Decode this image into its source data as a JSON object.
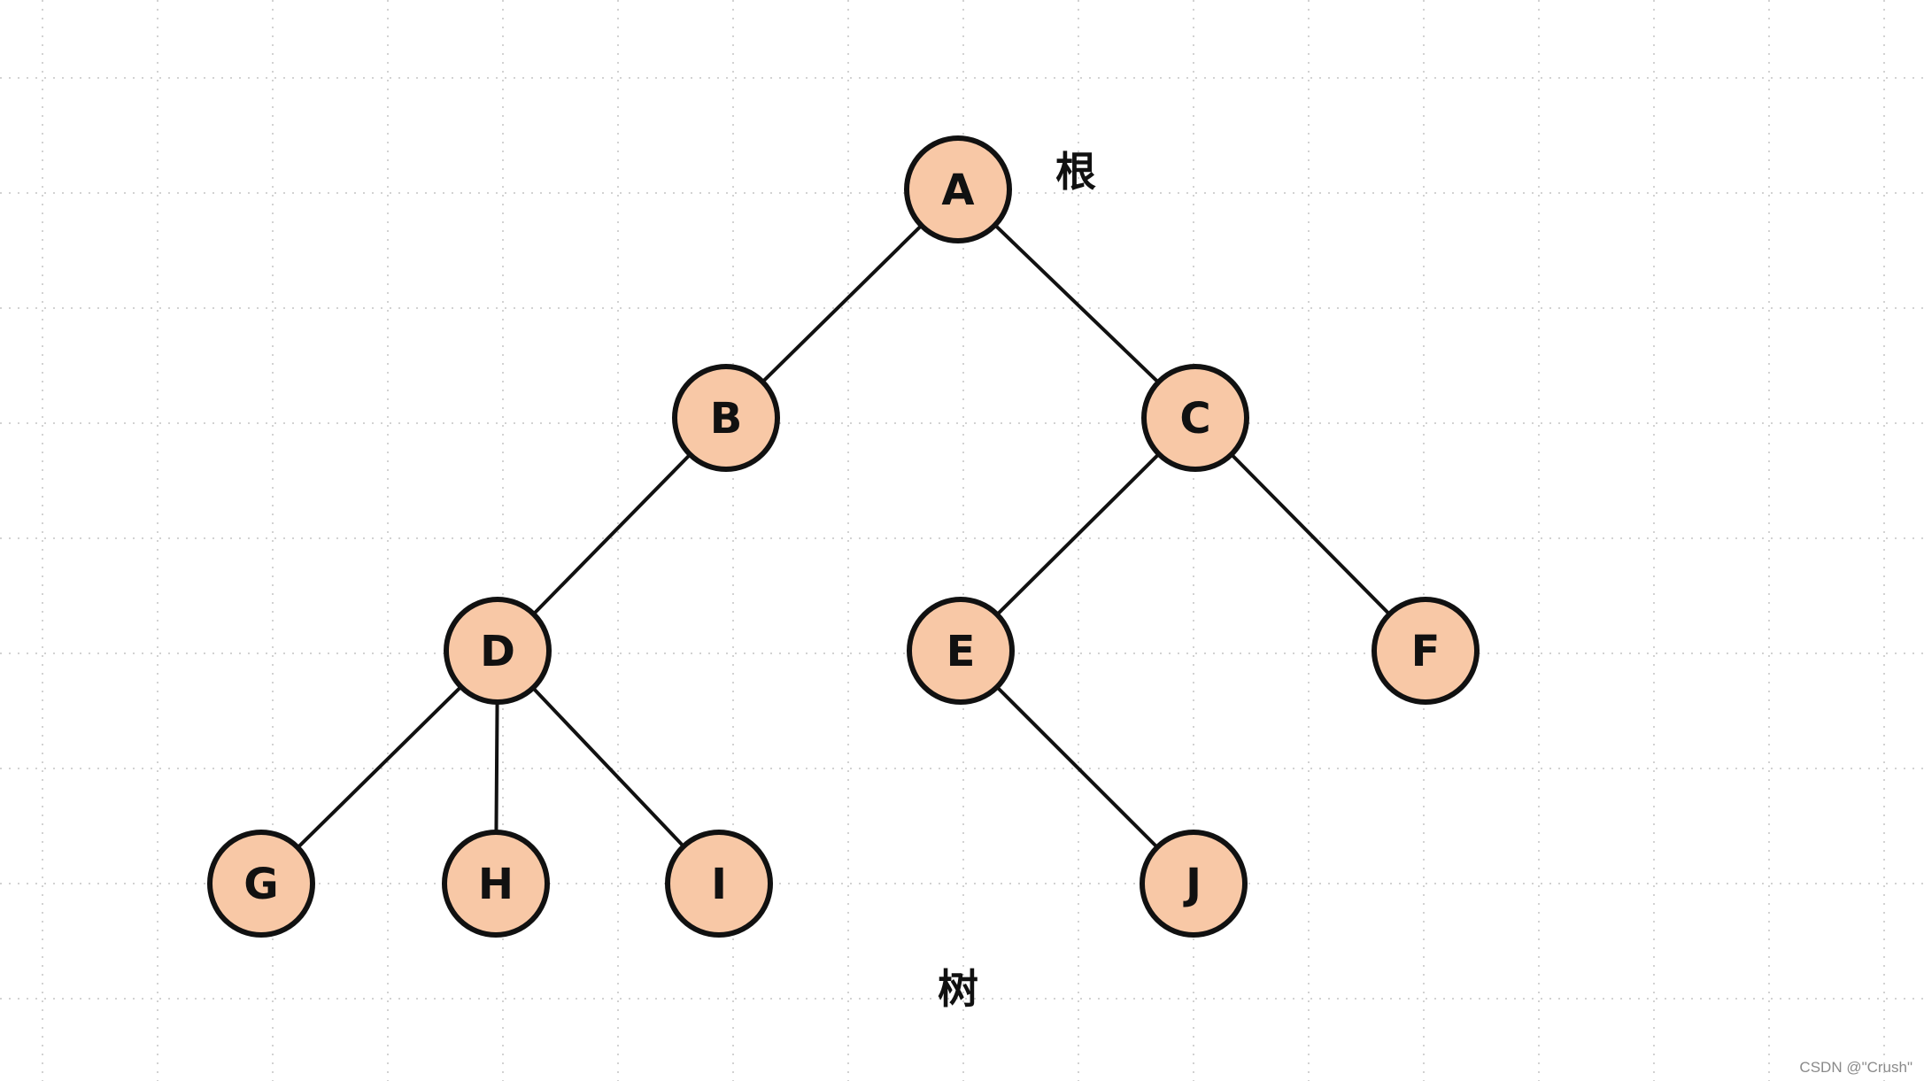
{
  "diagram": {
    "root_annotation": "根",
    "caption": "树",
    "nodes": [
      {
        "id": "A",
        "label": "A"
      },
      {
        "id": "B",
        "label": "B"
      },
      {
        "id": "C",
        "label": "C"
      },
      {
        "id": "D",
        "label": "D"
      },
      {
        "id": "E",
        "label": "E"
      },
      {
        "id": "F",
        "label": "F"
      },
      {
        "id": "G",
        "label": "G"
      },
      {
        "id": "H",
        "label": "H"
      },
      {
        "id": "I",
        "label": "I"
      },
      {
        "id": "J",
        "label": "J"
      }
    ],
    "edges": [
      {
        "from": "A",
        "to": "B"
      },
      {
        "from": "A",
        "to": "C"
      },
      {
        "from": "B",
        "to": "D"
      },
      {
        "from": "C",
        "to": "E"
      },
      {
        "from": "C",
        "to": "F"
      },
      {
        "from": "D",
        "to": "G"
      },
      {
        "from": "D",
        "to": "H"
      },
      {
        "from": "D",
        "to": "I"
      },
      {
        "from": "E",
        "to": "J"
      }
    ],
    "colors": {
      "node_fill": "#f8c8a6",
      "node_stroke": "#111111",
      "edge": "#111111",
      "grid": "#c4c4c4"
    }
  },
  "watermark": "CSDN @\"Crush\""
}
